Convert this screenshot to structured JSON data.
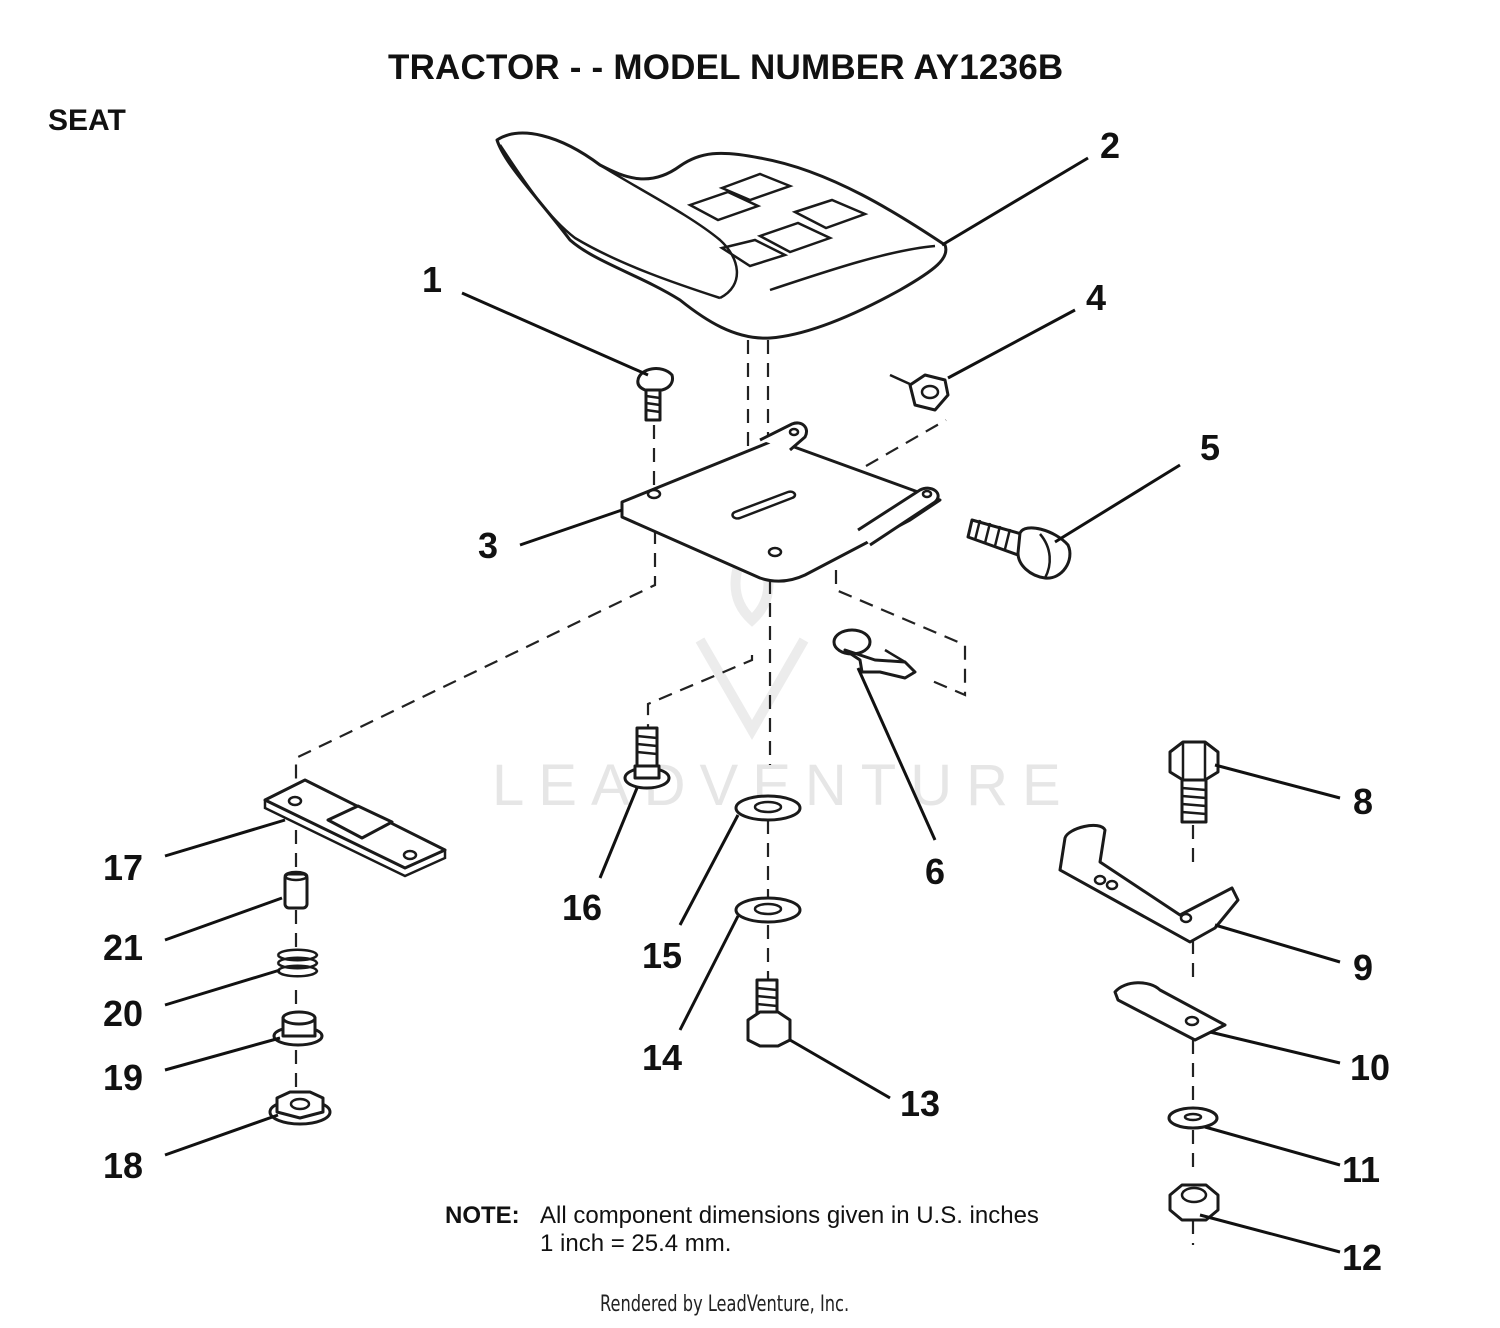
{
  "title": "TRACTOR - - MODEL NUMBER  AY1236B",
  "section": "SEAT",
  "callouts": {
    "c1": "1",
    "c2": "2",
    "c3": "3",
    "c4": "4",
    "c5": "5",
    "c6": "6",
    "c8": "8",
    "c9": "9",
    "c10": "10",
    "c11": "11",
    "c12": "12",
    "c13": "13",
    "c14": "14",
    "c15": "15",
    "c16": "16",
    "c17": "17",
    "c18": "18",
    "c19": "19",
    "c20": "20",
    "c21": "21"
  },
  "note": {
    "label": "NOTE:",
    "line1": "All component dimensions given in U.S. inches",
    "line2": "1 inch = 25.4 mm."
  },
  "watermark": "LEADVENTURE",
  "footer": "Rendered by LeadVenture, Inc."
}
